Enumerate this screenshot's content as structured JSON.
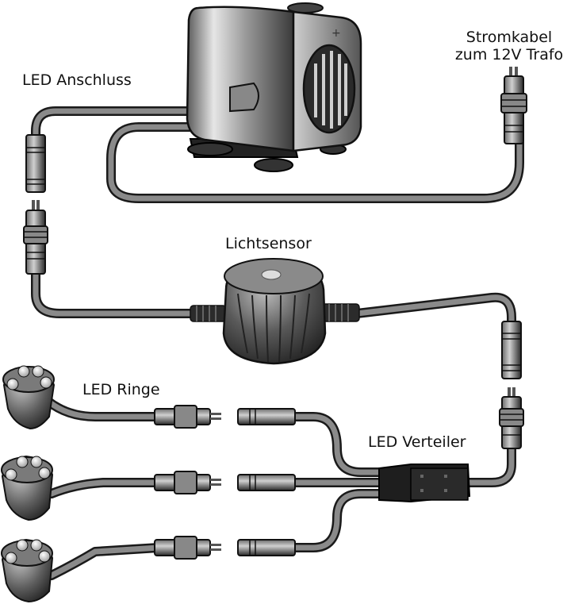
{
  "labels": {
    "led_anschluss": "LED Anschluss",
    "stromkabel_line1": "Stromkabel",
    "stromkabel_line2": "zum 12V Trafo",
    "lichtsensor": "Lichtsensor",
    "led_ringe": "LED Ringe",
    "led_verteiler": "LED Verteiler"
  },
  "colors": {
    "cable_outline": "#1a1a1a",
    "cable_fill": "#8a8a8a",
    "body_dark": "#2b2b2b",
    "body_mid": "#6e6e6e",
    "body_light": "#d9d9d9"
  }
}
